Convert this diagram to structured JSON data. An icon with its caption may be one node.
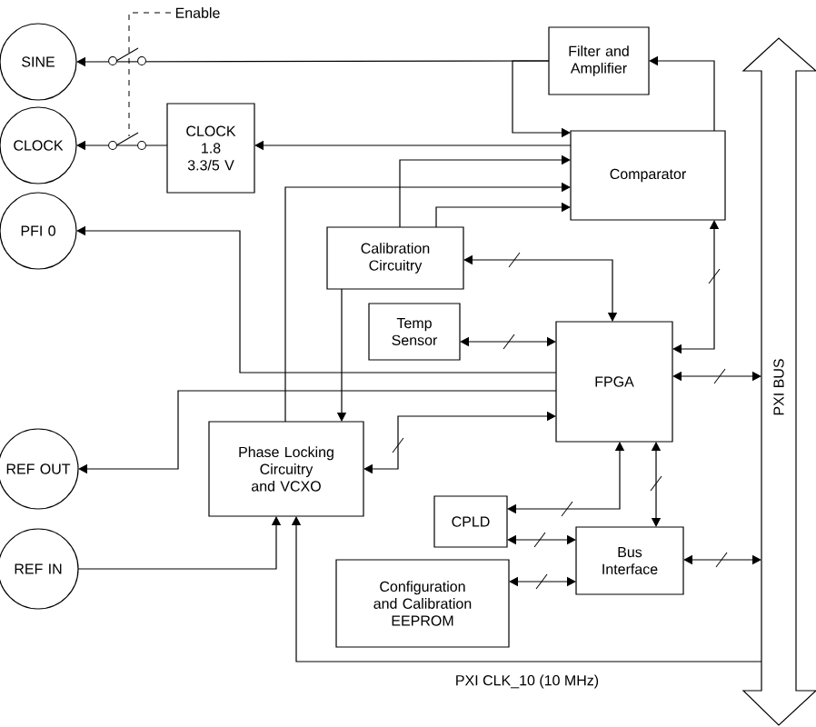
{
  "diagram": {
    "nodes": [
      {
        "text": [
          "SINE"
        ]
      },
      {
        "text": [
          "CLOCK"
        ]
      },
      {
        "text": [
          "PFI 0"
        ]
      },
      {
        "text": [
          "REF OUT"
        ]
      },
      {
        "text": [
          "REF IN"
        ]
      },
      {
        "text": [
          "CLOCK 1.8 3.3/5 V"
        ]
      },
      {
        "text": [
          "Filter and Amplifier"
        ]
      },
      {
        "text": [
          "Comparator"
        ]
      },
      {
        "text": [
          "Calibration Circuitry"
        ]
      },
      {
        "text": [
          "Temp Sensor"
        ]
      },
      {
        "text": [
          "FPGA"
        ]
      },
      {
        "text": [
          "Phase Locking Circuitry and VCXO"
        ]
      },
      {
        "text": [
          "CPLD"
        ]
      },
      {
        "text": [
          "Configuration and Calibration EEPROM"
        ]
      },
      {
        "text": [
          "Bus Interface"
        ]
      },
      {
        "text": [
          "PXI BUS"
        ]
      }
    ],
    "edges": [
      {
        "from": 6,
        "to": 0,
        "arrow": "to"
      },
      {
        "from": 6,
        "to": 7,
        "arrow": "to"
      },
      {
        "from": 7,
        "to": 6,
        "arrow": "to"
      },
      {
        "from": 7,
        "to": 5,
        "arrow": "to"
      },
      {
        "from": 8,
        "to": 7,
        "arrow": "to"
      },
      {
        "from": 11,
        "to": 7,
        "arrow": "to"
      },
      {
        "from": 8,
        "to": 7,
        "arrow": "to"
      },
      {
        "from": 5,
        "to": 1,
        "arrow": "to"
      },
      {
        "from": 10,
        "to": 2,
        "arrow": "to"
      },
      {
        "from": 10,
        "to": 3,
        "arrow": "to"
      },
      {
        "from": 8,
        "to": 11,
        "arrow": "to"
      },
      {
        "from": 11,
        "to": 10,
        "arrow": "both"
      },
      {
        "from": 4,
        "to": 11,
        "arrow": "to"
      },
      {
        "from": 15,
        "to": 11,
        "arrow": "to",
        "label": "PXI CLK_10 (10 MHz)"
      },
      {
        "from": 8,
        "to": 10,
        "arrow": "both"
      },
      {
        "from": 9,
        "to": 10,
        "arrow": "both"
      },
      {
        "from": 10,
        "to": 7,
        "arrow": "both"
      },
      {
        "from": 10,
        "to": 15,
        "arrow": "both"
      },
      {
        "from": 10,
        "to": 12,
        "arrow": "both"
      },
      {
        "from": 12,
        "to": 14,
        "arrow": "both"
      },
      {
        "from": 13,
        "to": 14,
        "arrow": "both"
      },
      {
        "from": 10,
        "to": 14,
        "arrow": "both"
      },
      {
        "from": 14,
        "to": 15,
        "arrow": "both"
      }
    ],
    "labels": [
      "Enable"
    ]
  }
}
